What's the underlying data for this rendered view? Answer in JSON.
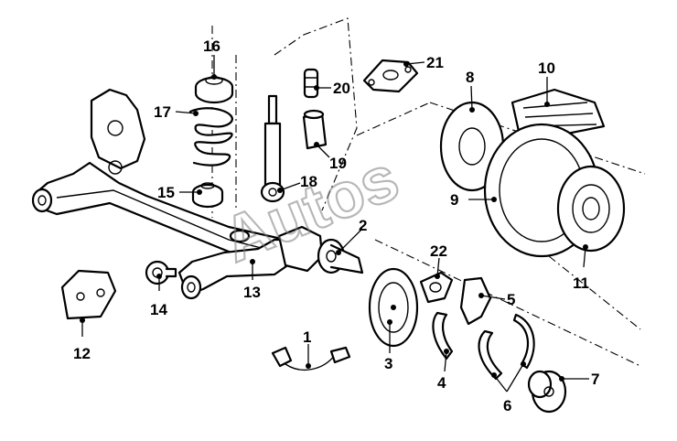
{
  "callouts": [
    {
      "id": "1",
      "label": "1"
    },
    {
      "id": "2",
      "label": "2"
    },
    {
      "id": "3",
      "label": "3"
    },
    {
      "id": "4",
      "label": "4"
    },
    {
      "id": "5",
      "label": "5"
    },
    {
      "id": "6",
      "label": "6"
    },
    {
      "id": "7",
      "label": "7"
    },
    {
      "id": "8",
      "label": "8"
    },
    {
      "id": "9",
      "label": "9"
    },
    {
      "id": "10",
      "label": "10"
    },
    {
      "id": "11",
      "label": "11"
    },
    {
      "id": "12",
      "label": "12"
    },
    {
      "id": "13",
      "label": "13"
    },
    {
      "id": "14",
      "label": "14"
    },
    {
      "id": "15",
      "label": "15"
    },
    {
      "id": "16",
      "label": "16"
    },
    {
      "id": "17",
      "label": "17"
    },
    {
      "id": "18",
      "label": "18"
    },
    {
      "id": "19",
      "label": "19"
    },
    {
      "id": "20",
      "label": "20"
    },
    {
      "id": "21",
      "label": "21"
    },
    {
      "id": "22",
      "label": "22"
    }
  ],
  "watermark": "Autos",
  "colors": {
    "line": "#000000",
    "background": "#ffffff",
    "watermark": "#7e7e7e"
  }
}
